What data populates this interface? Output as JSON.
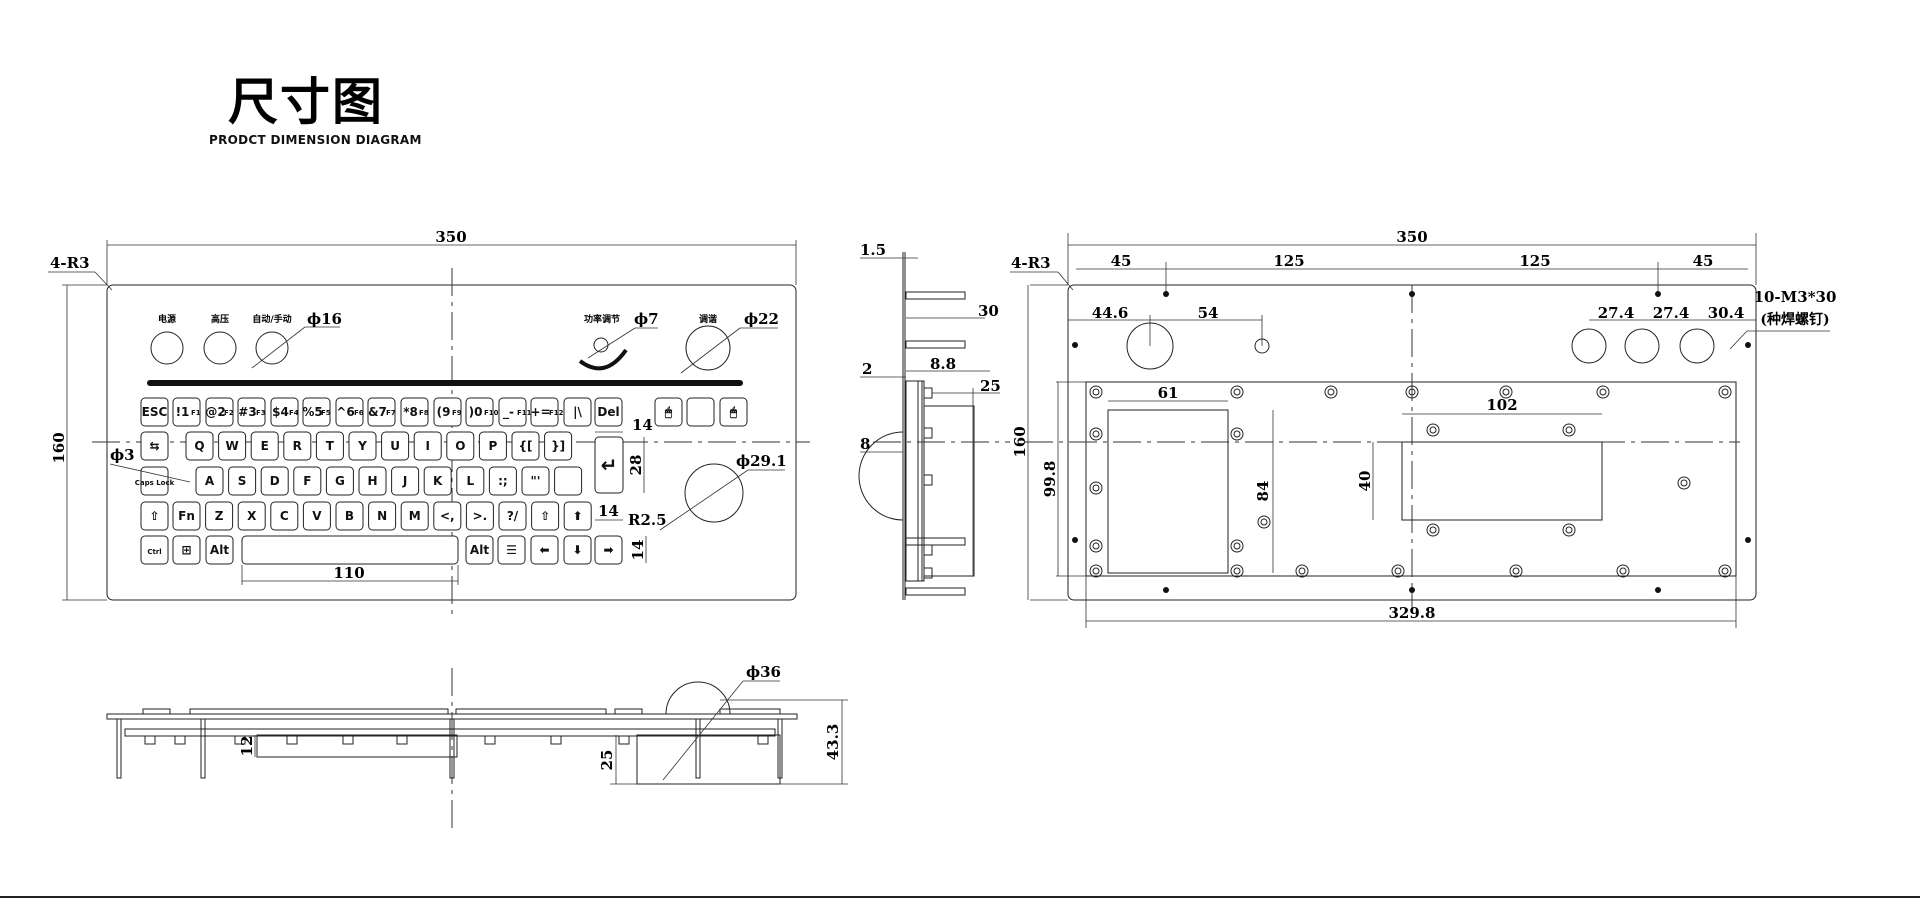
{
  "header": {
    "title": "尺寸图",
    "subtitle": "PRODCT DIMENSION DIAGRAM"
  },
  "front_view": {
    "corner": "4-R3",
    "width": "350",
    "height": "160",
    "button_labels": [
      "电源",
      "高压",
      "自动/手动",
      "功率调节",
      "调谐"
    ],
    "dia_16": "ϕ16",
    "dia_7": "ϕ7",
    "dia_22": "ϕ22",
    "dia_3": "ϕ3",
    "dia_29": "ϕ29.1",
    "enter_w": "14",
    "enter_h": "28",
    "key_w": "14",
    "key_r": "R2.5",
    "key_h": "14",
    "space_w": "110"
  },
  "keys": [
    [
      {
        "m": "ESC"
      },
      {
        "m": "!1",
        "s": "F1"
      },
      {
        "m": "@2",
        "s": "F2"
      },
      {
        "m": "#3",
        "s": "F3"
      },
      {
        "m": "$4",
        "s": "F4"
      },
      {
        "m": "%5",
        "s": "F5"
      },
      {
        "m": "^6",
        "s": "F6"
      },
      {
        "m": "&7",
        "s": "F7"
      },
      {
        "m": "*8",
        "s": "F8"
      },
      {
        "m": "(9",
        "s": "F9"
      },
      {
        "m": ")0",
        "s": "F10"
      },
      {
        "m": "_-",
        "s": "F11"
      },
      {
        "m": "+=",
        "s": "F12"
      },
      {
        "m": "|\\"
      },
      {
        "m": "Del"
      },
      {
        "m": "🖱"
      },
      {
        "m": ""
      },
      {
        "m": "🖱"
      }
    ],
    [
      {
        "m": "⇆"
      },
      {
        "m": "Q"
      },
      {
        "m": "W"
      },
      {
        "m": "E"
      },
      {
        "m": "R"
      },
      {
        "m": "T"
      },
      {
        "m": "Y"
      },
      {
        "m": "U"
      },
      {
        "m": "I"
      },
      {
        "m": "O"
      },
      {
        "m": "P"
      },
      {
        "m": "{["
      },
      {
        "m": "}]"
      }
    ],
    [
      {
        "m": "Caps Lock"
      },
      {
        "m": "A"
      },
      {
        "m": "S"
      },
      {
        "m": "D"
      },
      {
        "m": "F"
      },
      {
        "m": "G"
      },
      {
        "m": "H"
      },
      {
        "m": "J"
      },
      {
        "m": "K"
      },
      {
        "m": "L"
      },
      {
        "m": ":;"
      },
      {
        "m": "\"'"
      },
      {
        "m": ""
      }
    ],
    [
      {
        "m": "⇧"
      },
      {
        "m": "Fn"
      },
      {
        "m": "Z"
      },
      {
        "m": "X"
      },
      {
        "m": "C"
      },
      {
        "m": "V"
      },
      {
        "m": "B"
      },
      {
        "m": "N"
      },
      {
        "m": "M"
      },
      {
        "m": "<,"
      },
      {
        "m": ">."
      },
      {
        "m": "?/"
      },
      {
        "m": "⇧"
      },
      {
        "m": "⬆"
      }
    ],
    [
      {
        "m": "Ctrl"
      },
      {
        "m": "⊞"
      },
      {
        "m": "Alt"
      },
      {
        "m": ""
      },
      {
        "m": "Alt"
      },
      {
        "m": "☰"
      },
      {
        "m": "⬅"
      },
      {
        "m": "⬇"
      },
      {
        "m": "➡"
      }
    ]
  ],
  "enter_key": "↵",
  "side_view": {
    "plate": "1.5",
    "depth_30": "30",
    "gap_2": "2",
    "gap_8_8": "8.8",
    "depth_25": "25",
    "offset_8": "8"
  },
  "rear_view": {
    "corner": "4-R3",
    "width": "350",
    "height": "160",
    "spacing": [
      "45",
      "125",
      "125",
      "45"
    ],
    "hole_left": [
      "44.6",
      "54"
    ],
    "hole_right": [
      "27.4",
      "27.4",
      "30.4"
    ],
    "studs": "10-M3*30",
    "studs_note": "(种焊螺钉)",
    "plate_h": "99.8",
    "module_w": "61",
    "module_h": "84",
    "pcb_w": "102",
    "pcb_h": "40",
    "plate_w": "329.8"
  },
  "bottom_view": {
    "dome": "ϕ36",
    "total_h": "43.3",
    "module_h": "25",
    "pcb_h": "12"
  }
}
